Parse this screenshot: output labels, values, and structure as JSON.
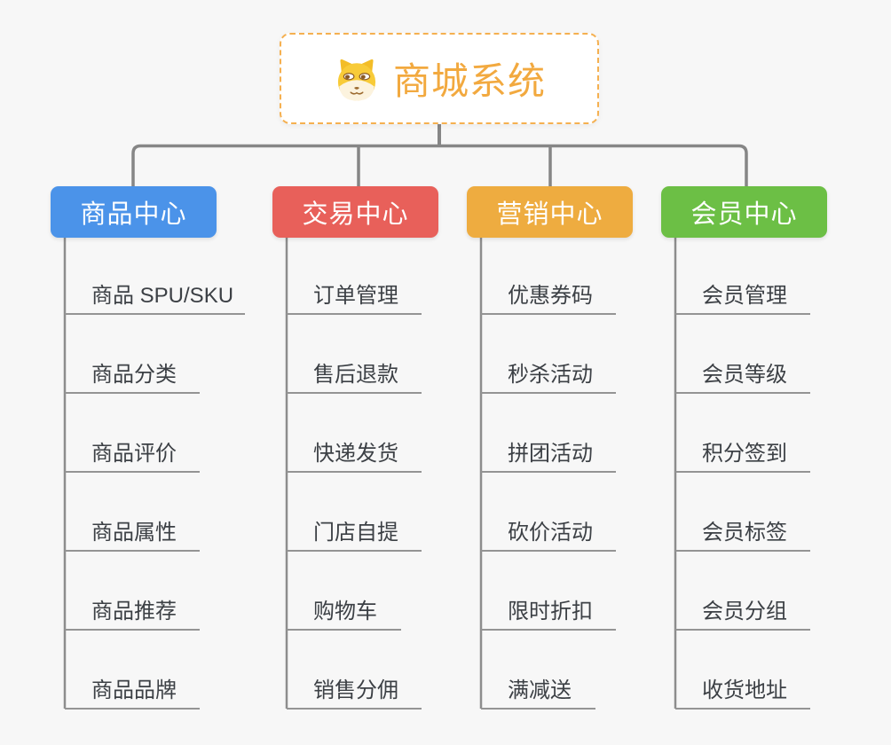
{
  "root": {
    "title": "商城系统",
    "icon": "shiba-dog-icon"
  },
  "branches": [
    {
      "label": "商品中心",
      "color": "#4b93e9",
      "items": [
        "商品 SPU/SKU",
        "商品分类",
        "商品评价",
        "商品属性",
        "商品推荐",
        "商品品牌"
      ]
    },
    {
      "label": "交易中心",
      "color": "#e8605a",
      "items": [
        "订单管理",
        "售后退款",
        "快递发货",
        "门店自提",
        "购物车",
        "销售分佣"
      ]
    },
    {
      "label": "营销中心",
      "color": "#eeac40",
      "items": [
        "优惠券码",
        "秒杀活动",
        "拼团活动",
        "砍价活动",
        "限时折扣",
        "满减送"
      ]
    },
    {
      "label": "会员中心",
      "color": "#6cbf45",
      "items": [
        "会员管理",
        "会员等级",
        "积分签到",
        "会员标签",
        "会员分组",
        "收货地址"
      ]
    }
  ],
  "colors": {
    "background": "#f7f7f7",
    "root_border": "#f5b050",
    "root_title": "#f2a93f",
    "connector_line": "#868686",
    "leaf_underline": "#949494",
    "leaf_text": "#3c4045"
  }
}
